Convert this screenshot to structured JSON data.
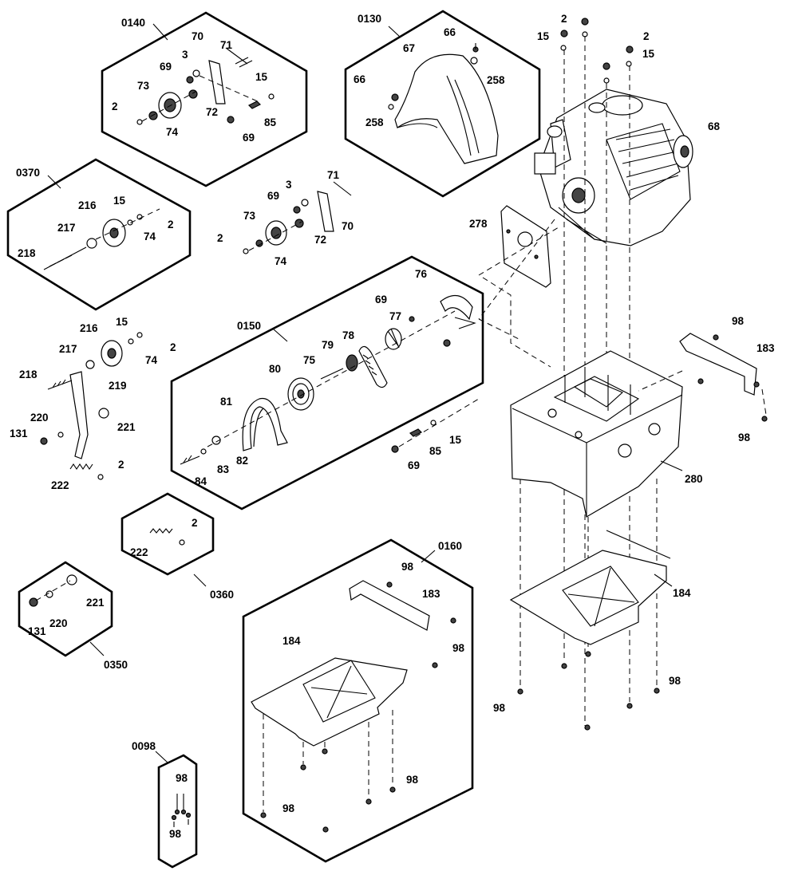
{
  "kits": {
    "k0140": "0140",
    "k0130": "0130",
    "k0370": "0370",
    "k0150": "0150",
    "k0160": "0160",
    "k0360": "0360",
    "k0350": "0350",
    "k0098": "0098"
  },
  "parts": {
    "p2": "2",
    "p3": "3",
    "p15": "15",
    "p66": "66",
    "p67": "67",
    "p68": "68",
    "p69": "69",
    "p70": "70",
    "p71": "71",
    "p72": "72",
    "p73": "73",
    "p74": "74",
    "p75": "75",
    "p76": "76",
    "p77": "77",
    "p78": "78",
    "p79": "79",
    "p80": "80",
    "p81": "81",
    "p82": "82",
    "p83": "83",
    "p84": "84",
    "p85": "85",
    "p98": "98",
    "p131": "131",
    "p183": "183",
    "p184": "184",
    "p216": "216",
    "p217": "217",
    "p218": "218",
    "p219": "219",
    "p220": "220",
    "p221": "221",
    "p222": "222",
    "p258": "258",
    "p278": "278",
    "p280": "280"
  }
}
